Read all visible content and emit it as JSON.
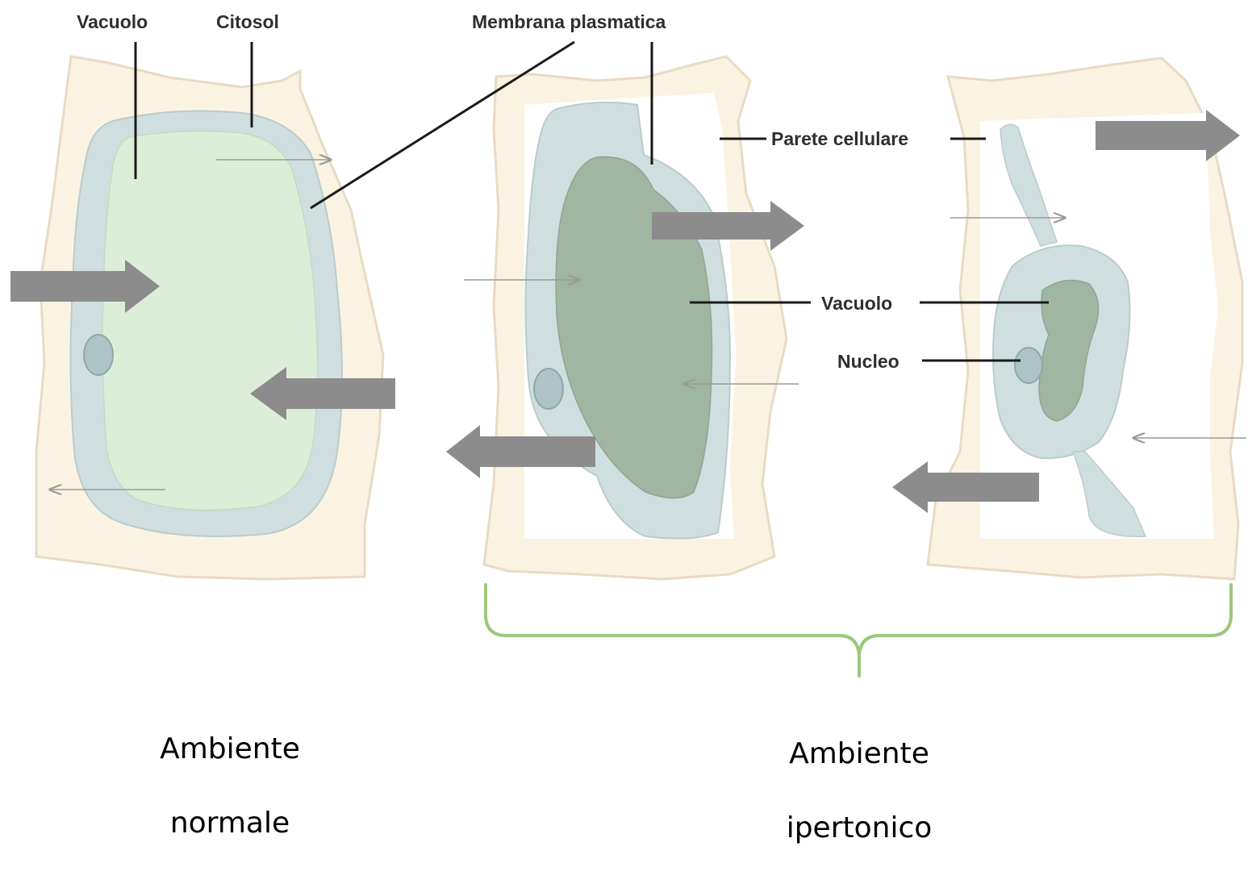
{
  "labels": {
    "vacuolo_top": "Vacuolo",
    "citosol": "Citosol",
    "membrana": "Membrana plasmatica",
    "parete": "Parete cellulare",
    "vacuolo_mid": "Vacuolo",
    "nucleo": "Nucleo"
  },
  "captions": {
    "normal_line1": "Ambiente",
    "normal_line2": "normale",
    "ipertonico_line1": "Ambiente",
    "ipertonico_line2": "ipertonico"
  },
  "colors": {
    "cell_wall": "#fbf3e1",
    "cell_wall_edge": "#e7dcc2",
    "cytosol": "#cfdfe0",
    "vacuole_normal": "#dceed7",
    "vacuole_shrunk": "#9fb6a2",
    "nucleus": "#aec3c5",
    "arrow_big": "#8c8c8c",
    "arrow_thin": "#9a9a9a",
    "brace": "#9cc77d",
    "leader": "#1a1a1a"
  },
  "icons": {
    "water_in_arrow": "arrow-right-icon",
    "water_out_arrow": "arrow-left-icon"
  }
}
